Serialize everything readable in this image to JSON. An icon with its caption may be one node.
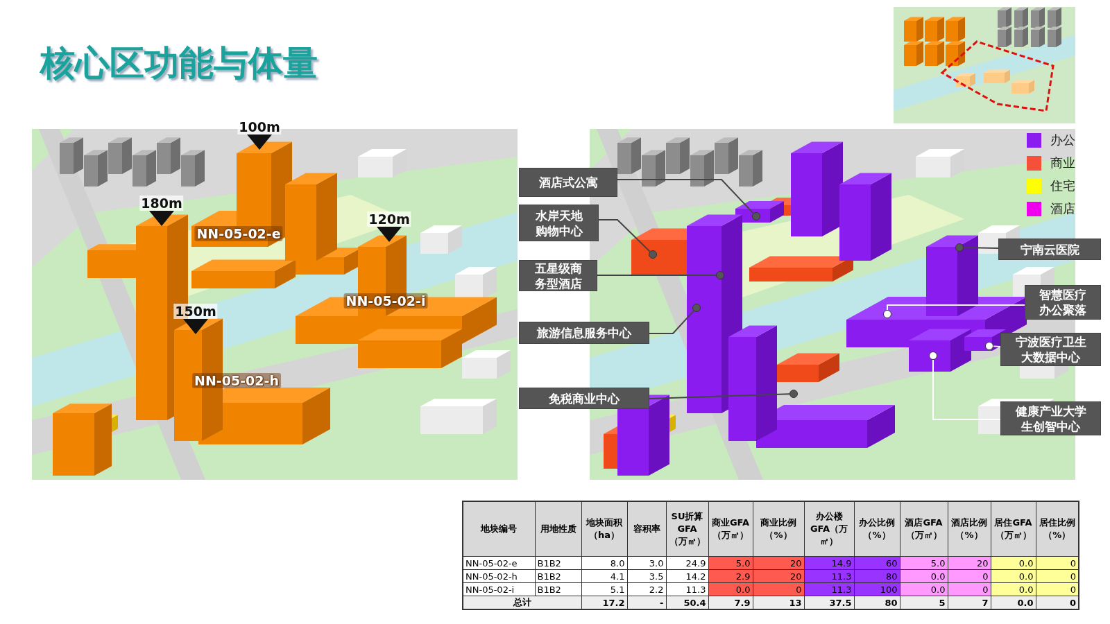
{
  "diagram": {
    "title": "核心区功能与体量",
    "nodes": [
      {
        "text": [
          "酒店式公寓"
        ]
      },
      {
        "text": [],
        "shape": "circle"
      },
      {
        "text": [
          "水岸天地购物中心"
        ]
      },
      {
        "text": [],
        "shape": "circle"
      },
      {
        "text": [
          "五星级商务型酒店"
        ]
      },
      {
        "text": [],
        "shape": "circle"
      },
      {
        "text": [
          "旅游信息服务中心"
        ]
      },
      {
        "text": [],
        "shape": "circle"
      },
      {
        "text": [
          "免税商业中心"
        ]
      },
      {
        "text": [],
        "shape": "circle"
      },
      {
        "text": [
          "宁南云医院"
        ]
      },
      {
        "text": [],
        "shape": "circle"
      },
      {
        "text": [
          "智慧医疗办公聚落"
        ]
      },
      {
        "text": [],
        "shape": "circle"
      },
      {
        "text": [
          "宁波医疗卫生大数据中心"
        ]
      },
      {
        "text": [],
        "shape": "circle"
      },
      {
        "text": [
          "健康产业大学生创智中心"
        ]
      },
      {
        "text": [],
        "shape": "circle"
      }
    ],
    "edges": [
      {
        "from": 0,
        "to": 1,
        "arrow": "none"
      },
      {
        "from": 2,
        "to": 3,
        "arrow": "none"
      },
      {
        "from": 4,
        "to": 5,
        "arrow": "none"
      },
      {
        "from": 6,
        "to": 7,
        "arrow": "none"
      },
      {
        "from": 8,
        "to": 9,
        "arrow": "none"
      },
      {
        "from": 10,
        "to": 11,
        "arrow": "none"
      },
      {
        "from": 12,
        "to": 13,
        "arrow": "none",
        "color": "#ffffff"
      },
      {
        "from": 14,
        "to": 15,
        "arrow": "none",
        "color": "#ffffff"
      },
      {
        "from": 16,
        "to": 17,
        "arrow": "none",
        "color": "#ffffff"
      }
    ],
    "labels": [
      "100m",
      "180m",
      "120m",
      "NN-05-02-e",
      "NN-05-02-i",
      "150m",
      "NN-05-02-h",
      "地块编号",
      "用地性质",
      "地块面积（ha）",
      "容积率",
      "SU折算GFA（万㎡）",
      "商业GFA（万㎡）",
      "商业比例（%）",
      "办公楼GFA（万㎡）",
      "办公比例（%）",
      "酒店GFA（万㎡）",
      "酒店比例（%）",
      "居住GFA（万㎡）",
      "居住比例（%）",
      "NN-05-02-e",
      "B1B2",
      "8.0",
      "3.0",
      "24.9",
      "5.0",
      "20",
      "14.9",
      "60",
      "5.0",
      "20",
      "0.0",
      "0",
      "NN-05-02-h",
      "B1B2",
      "4.1",
      "3.5",
      "14.2",
      "2.9",
      "20",
      "11.3",
      "80",
      "0.0",
      "0",
      "0.0",
      "0",
      "NN-05-02-i",
      "B1B2",
      "5.1",
      "2.2",
      "11.3",
      "0.0",
      "0",
      "11.3",
      "100",
      "0.0",
      "0",
      "0.0",
      "0",
      "总计",
      "17.2",
      "-",
      "50.4",
      "7.9",
      "13",
      "37.5",
      "80",
      "5",
      "7",
      "0.0",
      "0"
    ],
    "legend": [
      {
        "text": "办公",
        "color": "#8b1cf0"
      },
      {
        "text": "商业",
        "color": "#f5503a"
      },
      {
        "text": "住宅",
        "color": "#ffff00"
      },
      {
        "text": "酒店",
        "color": "#ee00ee"
      }
    ]
  }
}
